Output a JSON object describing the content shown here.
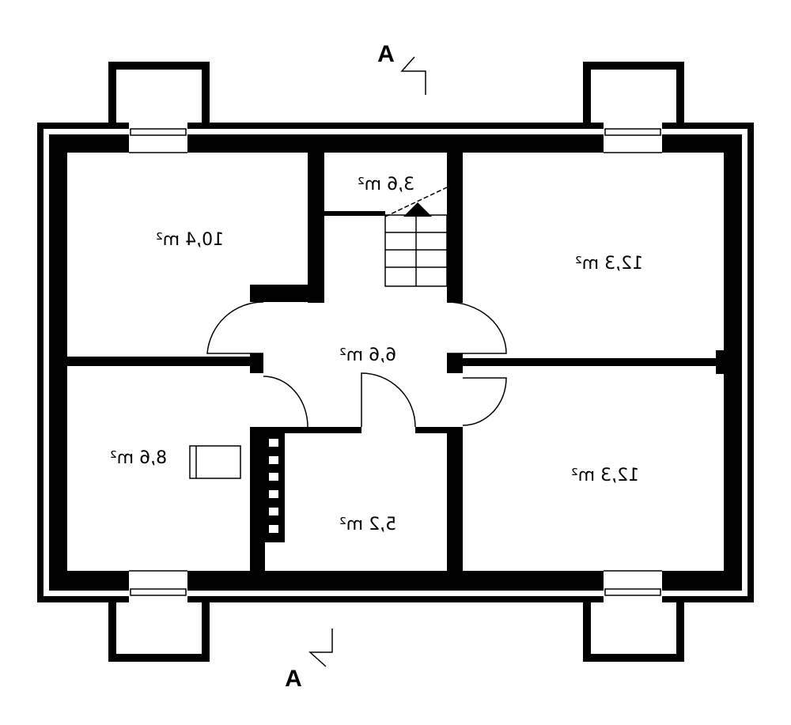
{
  "title": "Basement floor plan (mirrored)",
  "section_marks": {
    "top": "A",
    "bottom": "A"
  },
  "rooms": [
    {
      "id": "room-top-left",
      "area": "10,4 m²"
    },
    {
      "id": "stair-room",
      "area": "3,6 m²"
    },
    {
      "id": "room-top-right",
      "area": "12,3 m²"
    },
    {
      "id": "hall",
      "area": "6,6 m²"
    },
    {
      "id": "room-bottom-left",
      "area": "8,6 m²"
    },
    {
      "id": "room-bottom-middle",
      "area": "5,2 m²"
    },
    {
      "id": "room-bottom-right",
      "area": "12,3 m²"
    }
  ],
  "colors": {
    "wall": "#000000",
    "background": "#ffffff"
  }
}
